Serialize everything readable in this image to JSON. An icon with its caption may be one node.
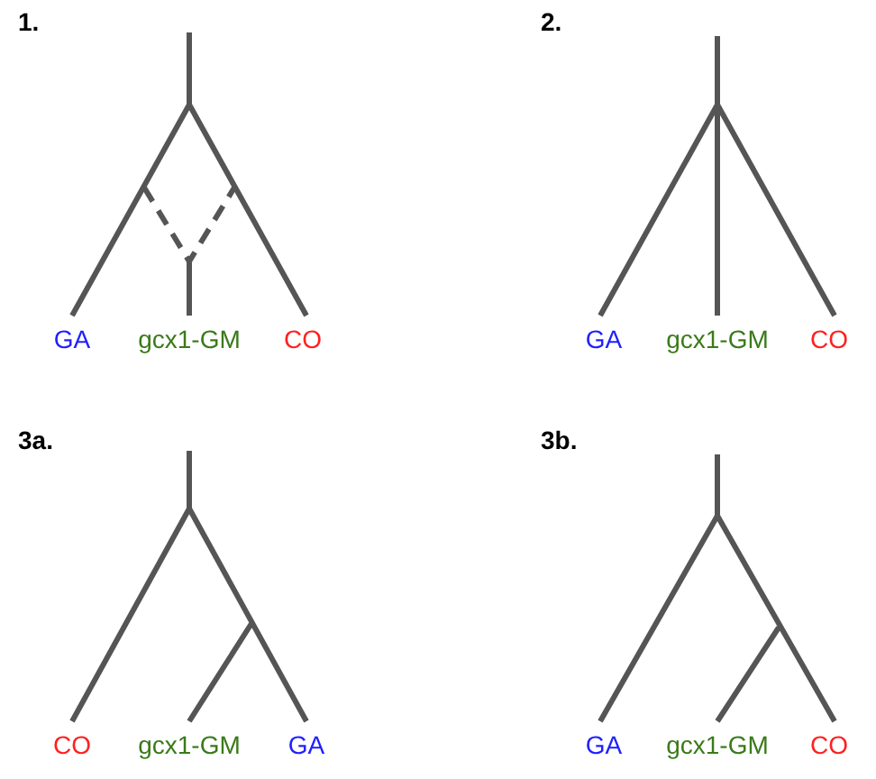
{
  "diagram": {
    "labels": [
      "1.",
      "2.",
      "GA",
      "gcx1-GM",
      "CO",
      "GA",
      "gcx1-GM",
      "CO",
      "3a.",
      "3b.",
      "CO",
      "gcx1-GM",
      "GA",
      "GA",
      "gcx1-GM",
      "CO"
    ]
  }
}
